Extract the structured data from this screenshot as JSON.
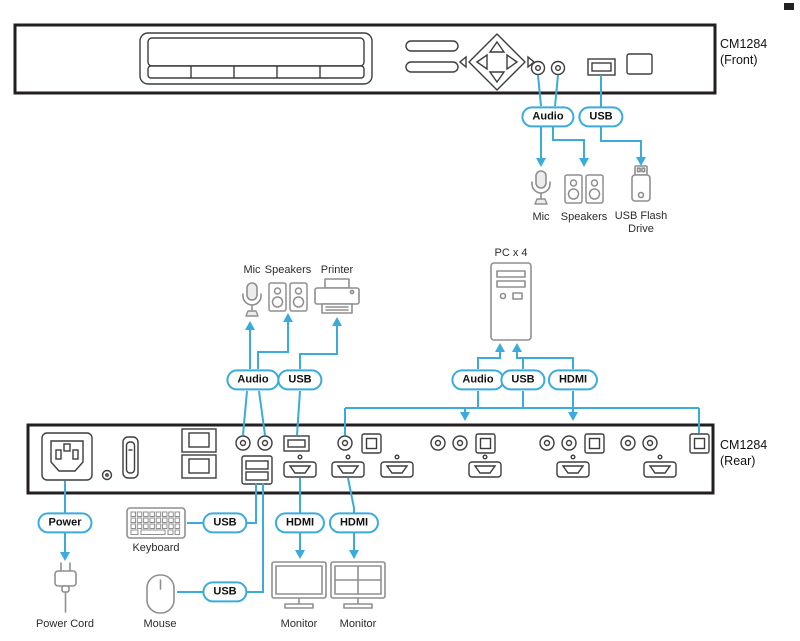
{
  "colors": {
    "line": "#3aabdc",
    "panel": "#231f20",
    "icon": "#8f8f8f",
    "text": "#2b2b2b"
  },
  "front_panel": {
    "model": "CM1284",
    "side": "(Front)"
  },
  "rear_panel": {
    "model": "CM1284",
    "side": "(Rear)"
  },
  "front": {
    "audio_pill": "Audio",
    "usb_pill": "USB",
    "mic_label": "Mic",
    "speakers_label": "Speakers",
    "flash_label": "USB Flash Drive"
  },
  "console_left": {
    "mic_label": "Mic",
    "speakers_label": "Speakers",
    "printer_label": "Printer",
    "audio_pill": "Audio",
    "usb_pill": "USB"
  },
  "pc": {
    "label": "PC x 4",
    "audio_pill": "Audio",
    "usb_pill": "USB",
    "hdmi_pill": "HDMI"
  },
  "bottom": {
    "power_pill": "Power",
    "power_cord_label": "Power Cord",
    "keyboard_label": "Keyboard",
    "keyboard_usb_pill": "USB",
    "mouse_label": "Mouse",
    "mouse_usb_pill": "USB",
    "hdmi1_pill": "HDMI",
    "hdmi2_pill": "HDMI",
    "monitor1_label": "Monitor",
    "monitor2_label": "Monitor"
  }
}
